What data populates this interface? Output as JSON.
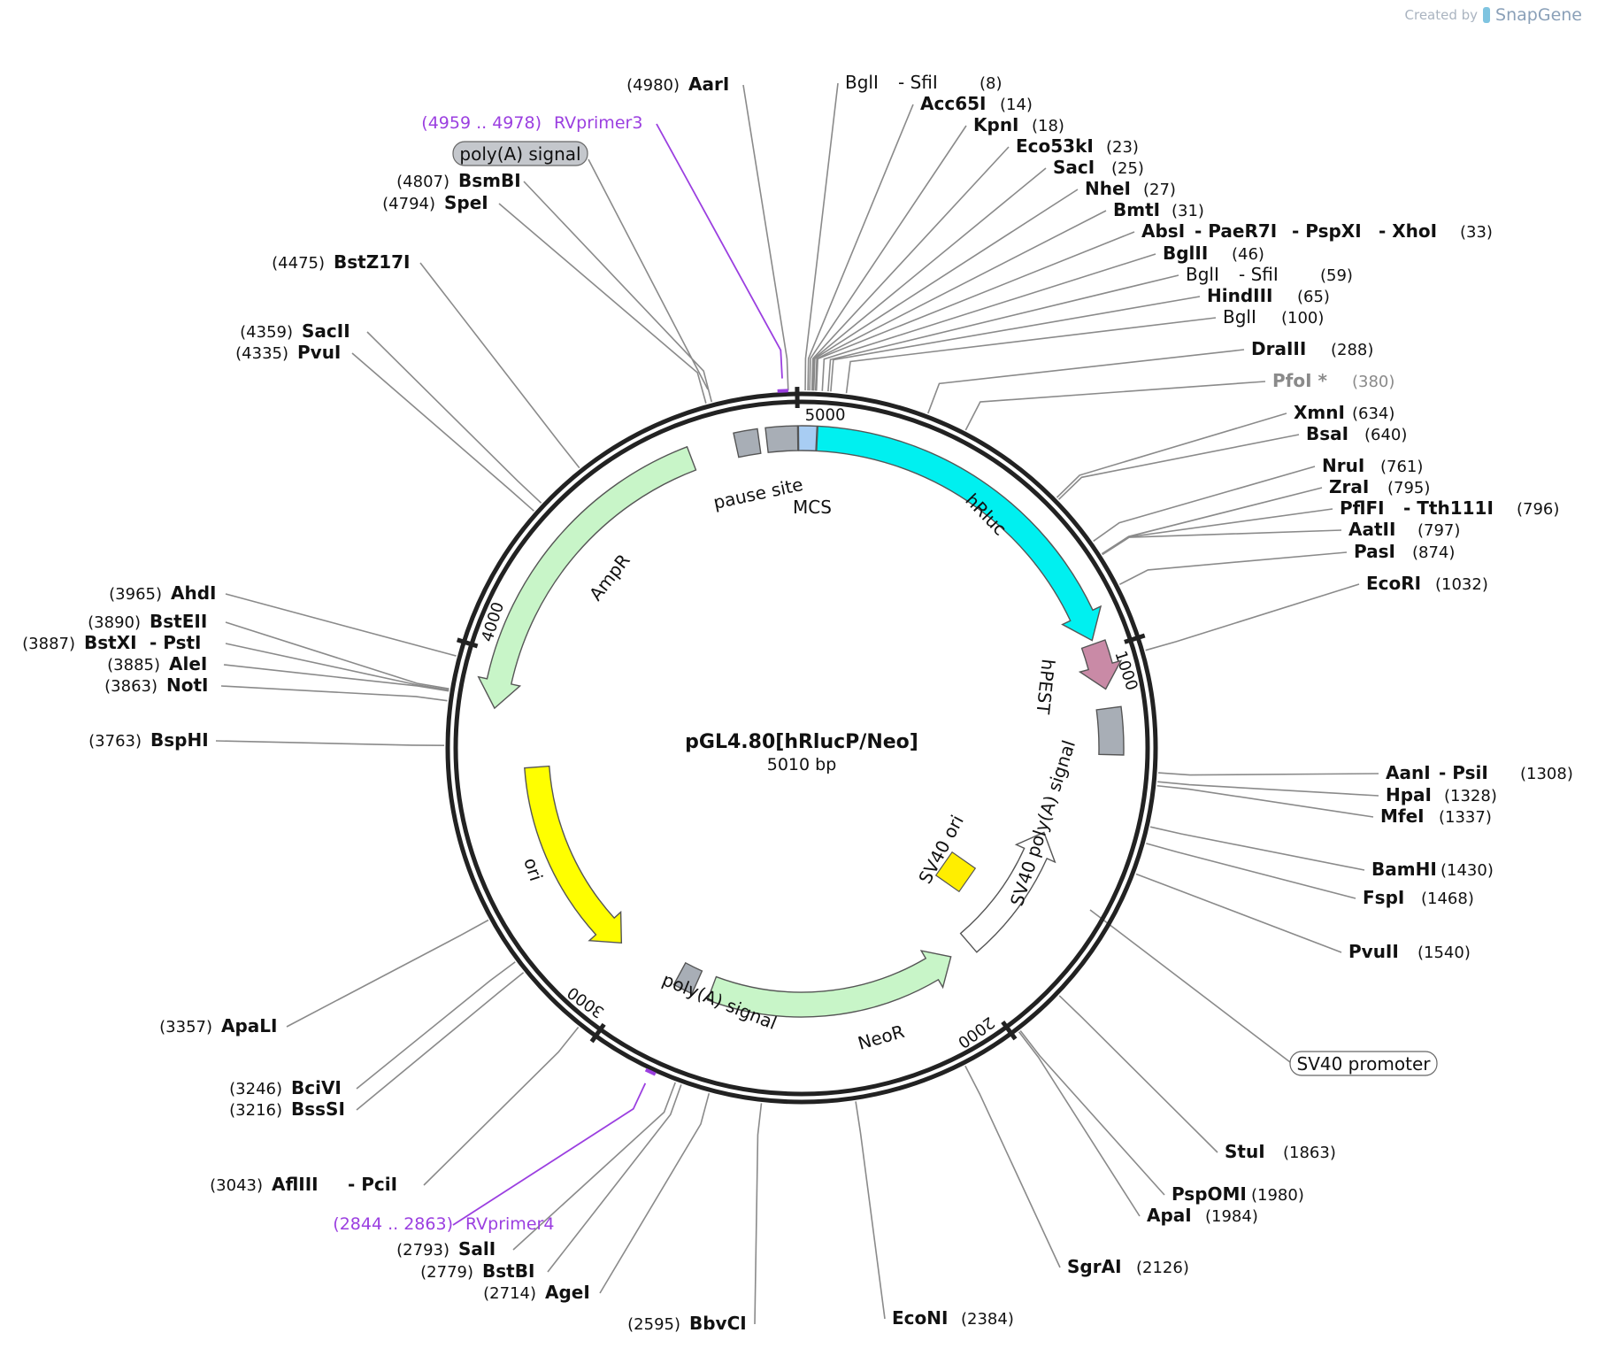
{
  "credit": {
    "prefix": "Created by",
    "brand": "SnapGene"
  },
  "plasmid": {
    "name": "pGL4.80[hRlucP/Neo]",
    "length_label": "5010 bp",
    "length": 5010
  },
  "ticks": [
    {
      "pos": 5000,
      "label": "5000"
    },
    {
      "pos": 1000,
      "label": "1000"
    },
    {
      "pos": 2000,
      "label": "2000"
    },
    {
      "pos": 3000,
      "label": "3000"
    },
    {
      "pos": 4000,
      "label": "4000"
    }
  ],
  "features": [
    {
      "name": "hRluc",
      "start": 40,
      "end": 970,
      "color": "#00f0f0",
      "dir": 1,
      "label": "hRluc"
    },
    {
      "name": "hPEST",
      "start": 980,
      "end": 1100,
      "color": "#c98aa6",
      "dir": 1,
      "label": "hPEST"
    },
    {
      "name": "SV40 poly(A) signal",
      "start": 1150,
      "end": 1270,
      "color": "#a8aeb6",
      "dir": 0,
      "label": "SV40 poly(A) signal"
    },
    {
      "name": "SV40 poly(A) signal arrow",
      "start": 1520,
      "end": 1940,
      "color": "#ffffff",
      "dir": -1,
      "label": ""
    },
    {
      "name": "NeoR",
      "start": 2010,
      "end": 2790,
      "color": "#c8f5c8",
      "dir": -1,
      "label": "NeoR"
    },
    {
      "name": "poly(A) signal",
      "start": 2840,
      "end": 2900,
      "color": "#a8aeb6",
      "dir": 0,
      "label": "poly(A) signal"
    },
    {
      "name": "ori",
      "start": 3100,
      "end": 3700,
      "color": "#ffff00",
      "dir": -1,
      "label": "ori"
    },
    {
      "name": "AmpR",
      "start": 3860,
      "end": 4720,
      "color": "#c8f5c8",
      "dir": -1,
      "label": "AmpR"
    },
    {
      "name": "pause site",
      "start": 4840,
      "end": 4900,
      "color": "#a8aeb6",
      "dir": 0,
      "label": "pause site"
    },
    {
      "name": "MCS box",
      "start": 4920,
      "end": 5000,
      "color": "#a8aeb6",
      "dir": 0,
      "label": ""
    },
    {
      "name": "MCS",
      "start": 5002,
      "end": 5048,
      "color": "#a8cdf3",
      "dir": 0,
      "label": "MCS"
    }
  ],
  "sv40_ori": {
    "label": "SV40 ori",
    "color": "#ffee00"
  },
  "callouts": [
    {
      "label": "poly(A) signal",
      "style": "gray"
    },
    {
      "label": "SV40 promoter",
      "style": "white"
    }
  ],
  "sites": [
    {
      "name": "AarI",
      "pos": "(4980)",
      "side": "left"
    },
    {
      "name": "BglI",
      "pos": "(8)",
      "side": "right",
      "extra": [
        "SfiI"
      ],
      "plain": true
    },
    {
      "name": "Acc65I",
      "pos": "(14)",
      "side": "right"
    },
    {
      "name": "KpnI",
      "pos": "(18)",
      "side": "right"
    },
    {
      "name": "Eco53kI",
      "pos": "(23)",
      "side": "right"
    },
    {
      "name": "SacI",
      "pos": "(25)",
      "side": "right"
    },
    {
      "name": "NheI",
      "pos": "(27)",
      "side": "right"
    },
    {
      "name": "BmtI",
      "pos": "(31)",
      "side": "right"
    },
    {
      "name": "AbsI",
      "pos": "(33)",
      "side": "right",
      "extra": [
        "PaeR7I",
        "PspXI",
        "XhoI"
      ]
    },
    {
      "name": "BglII",
      "pos": "(46)",
      "side": "right"
    },
    {
      "name": "BglI",
      "pos": "(59)",
      "side": "right",
      "extra": [
        "SfiI"
      ],
      "plain": true
    },
    {
      "name": "HindIII",
      "pos": "(65)",
      "side": "right"
    },
    {
      "name": "BglI",
      "pos": "(100)",
      "side": "right",
      "plain": true
    },
    {
      "name": "DraIII",
      "pos": "(288)",
      "side": "right"
    },
    {
      "name": "PfoI *",
      "pos": "(380)",
      "side": "right",
      "dim": true
    },
    {
      "name": "XmnI",
      "pos": "(634)",
      "side": "right"
    },
    {
      "name": "BsaI",
      "pos": "(640)",
      "side": "right"
    },
    {
      "name": "NruI",
      "pos": "(761)",
      "side": "right"
    },
    {
      "name": "ZraI",
      "pos": "(795)",
      "side": "right"
    },
    {
      "name": "PflFI",
      "pos": "(796)",
      "side": "right",
      "extra": [
        "Tth111I"
      ]
    },
    {
      "name": "AatII",
      "pos": "(797)",
      "side": "right"
    },
    {
      "name": "PasI",
      "pos": "(874)",
      "side": "right"
    },
    {
      "name": "EcoRI",
      "pos": "(1032)",
      "side": "right"
    },
    {
      "name": "AanI",
      "pos": "(1308)",
      "side": "right",
      "extra": [
        "PsiI"
      ]
    },
    {
      "name": "HpaI",
      "pos": "(1328)",
      "side": "right"
    },
    {
      "name": "MfeI",
      "pos": "(1337)",
      "side": "right"
    },
    {
      "name": "BamHI",
      "pos": "(1430)",
      "side": "right"
    },
    {
      "name": "FspI",
      "pos": "(1468)",
      "side": "right"
    },
    {
      "name": "PvuII",
      "pos": "(1540)",
      "side": "right"
    },
    {
      "name": "StuI",
      "pos": "(1863)",
      "side": "right"
    },
    {
      "name": "PspOMI",
      "pos": "(1980)",
      "side": "right"
    },
    {
      "name": "ApaI",
      "pos": "(1984)",
      "side": "right"
    },
    {
      "name": "SgrAI",
      "pos": "(2126)",
      "side": "right"
    },
    {
      "name": "EcoNI",
      "pos": "(2384)",
      "side": "right"
    },
    {
      "name": "BbvCI",
      "pos": "(2595)",
      "side": "left"
    },
    {
      "name": "AgeI",
      "pos": "(2714)",
      "side": "left"
    },
    {
      "name": "BstBI",
      "pos": "(2779)",
      "side": "left"
    },
    {
      "name": "SalI",
      "pos": "(2793)",
      "side": "left"
    },
    {
      "name": "AflIII",
      "pos": "(3043)",
      "side": "left",
      "extra": [
        "PciI"
      ]
    },
    {
      "name": "BssSI",
      "pos": "(3216)",
      "side": "left"
    },
    {
      "name": "BciVI",
      "pos": "(3246)",
      "side": "left"
    },
    {
      "name": "ApaLI",
      "pos": "(3357)",
      "side": "left"
    },
    {
      "name": "BspHI",
      "pos": "(3763)",
      "side": "left"
    },
    {
      "name": "NotI",
      "pos": "(3863)",
      "side": "left"
    },
    {
      "name": "AleI",
      "pos": "(3885)",
      "side": "left"
    },
    {
      "name": "BstXI",
      "pos": "(3887)",
      "side": "left",
      "extra": [
        "PstI"
      ]
    },
    {
      "name": "BstEII",
      "pos": "(3890)",
      "side": "left"
    },
    {
      "name": "AhdI",
      "pos": "(3965)",
      "side": "left"
    },
    {
      "name": "PvuI",
      "pos": "(4335)",
      "side": "left"
    },
    {
      "name": "SacII",
      "pos": "(4359)",
      "side": "left"
    },
    {
      "name": "BstZ17I",
      "pos": "(4475)",
      "side": "left"
    },
    {
      "name": "SpeI",
      "pos": "(4794)",
      "side": "left"
    },
    {
      "name": "BsmBI",
      "pos": "(4807)",
      "side": "left"
    }
  ],
  "primers": [
    {
      "name": "RVprimer3",
      "range": "(4959 .. 4978)"
    },
    {
      "name": "RVprimer4",
      "range": "(2844 .. 2863)"
    }
  ]
}
